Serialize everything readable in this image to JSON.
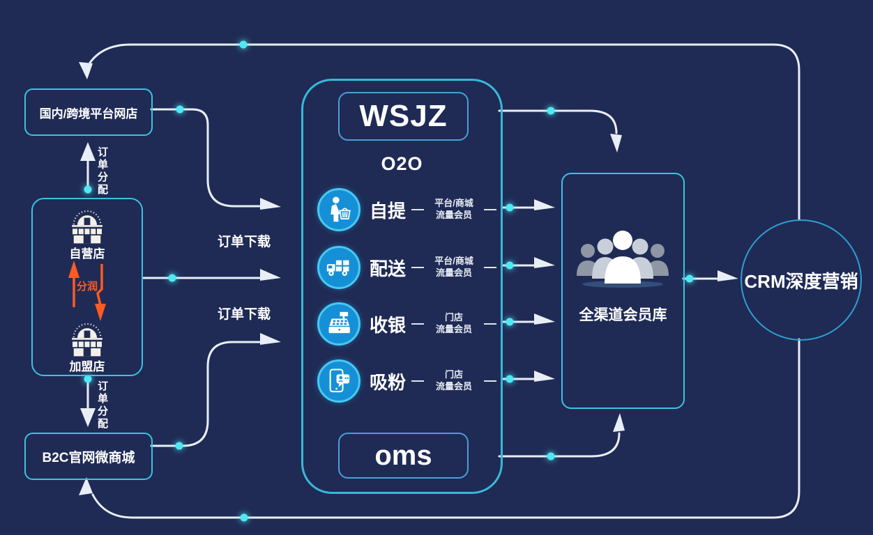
{
  "diagram": {
    "left_column": {
      "platform_store_box": "国内/跨境平台网店",
      "order_allocation_top": "订单分配",
      "self_store": "自营店",
      "profit_share": "分润",
      "franchise_store": "加盟店",
      "order_allocation_bottom": "订单分配",
      "b2c_box": "B2C官网微商城"
    },
    "order_download_top": "订单下载",
    "order_download_bottom": "订单下载",
    "center_box": {
      "title": "WSJZ",
      "subtitle": "O2O",
      "rows": [
        {
          "icon": "person-basket-icon",
          "label": "自提",
          "member_line1": "平台/商城",
          "member_line2": "流量会员"
        },
        {
          "icon": "delivery-truck-icon",
          "label": "配送",
          "member_line1": "平台/商城",
          "member_line2": "流量会员"
        },
        {
          "icon": "cash-register-icon",
          "label": "收银",
          "member_line1": "门店",
          "member_line2": "流量会员"
        },
        {
          "icon": "phone-chat-icon",
          "label": "吸粉",
          "member_line1": "门店",
          "member_line2": "流量会员"
        }
      ],
      "footer": "oms"
    },
    "member_db": {
      "icon": "crowd-icon",
      "label": "全渠道会员库"
    },
    "crm_circle": {
      "label": "CRM深度营销"
    },
    "colors": {
      "background": "#1f2b55",
      "accent_cyan": "#3cc3e2",
      "arrow_white": "#e9eef6",
      "glow_dot": "#4fe9f4",
      "orange": "#ff5b21",
      "icon_blue": "#1590d6",
      "icon_ring": "#48c9f2"
    }
  }
}
